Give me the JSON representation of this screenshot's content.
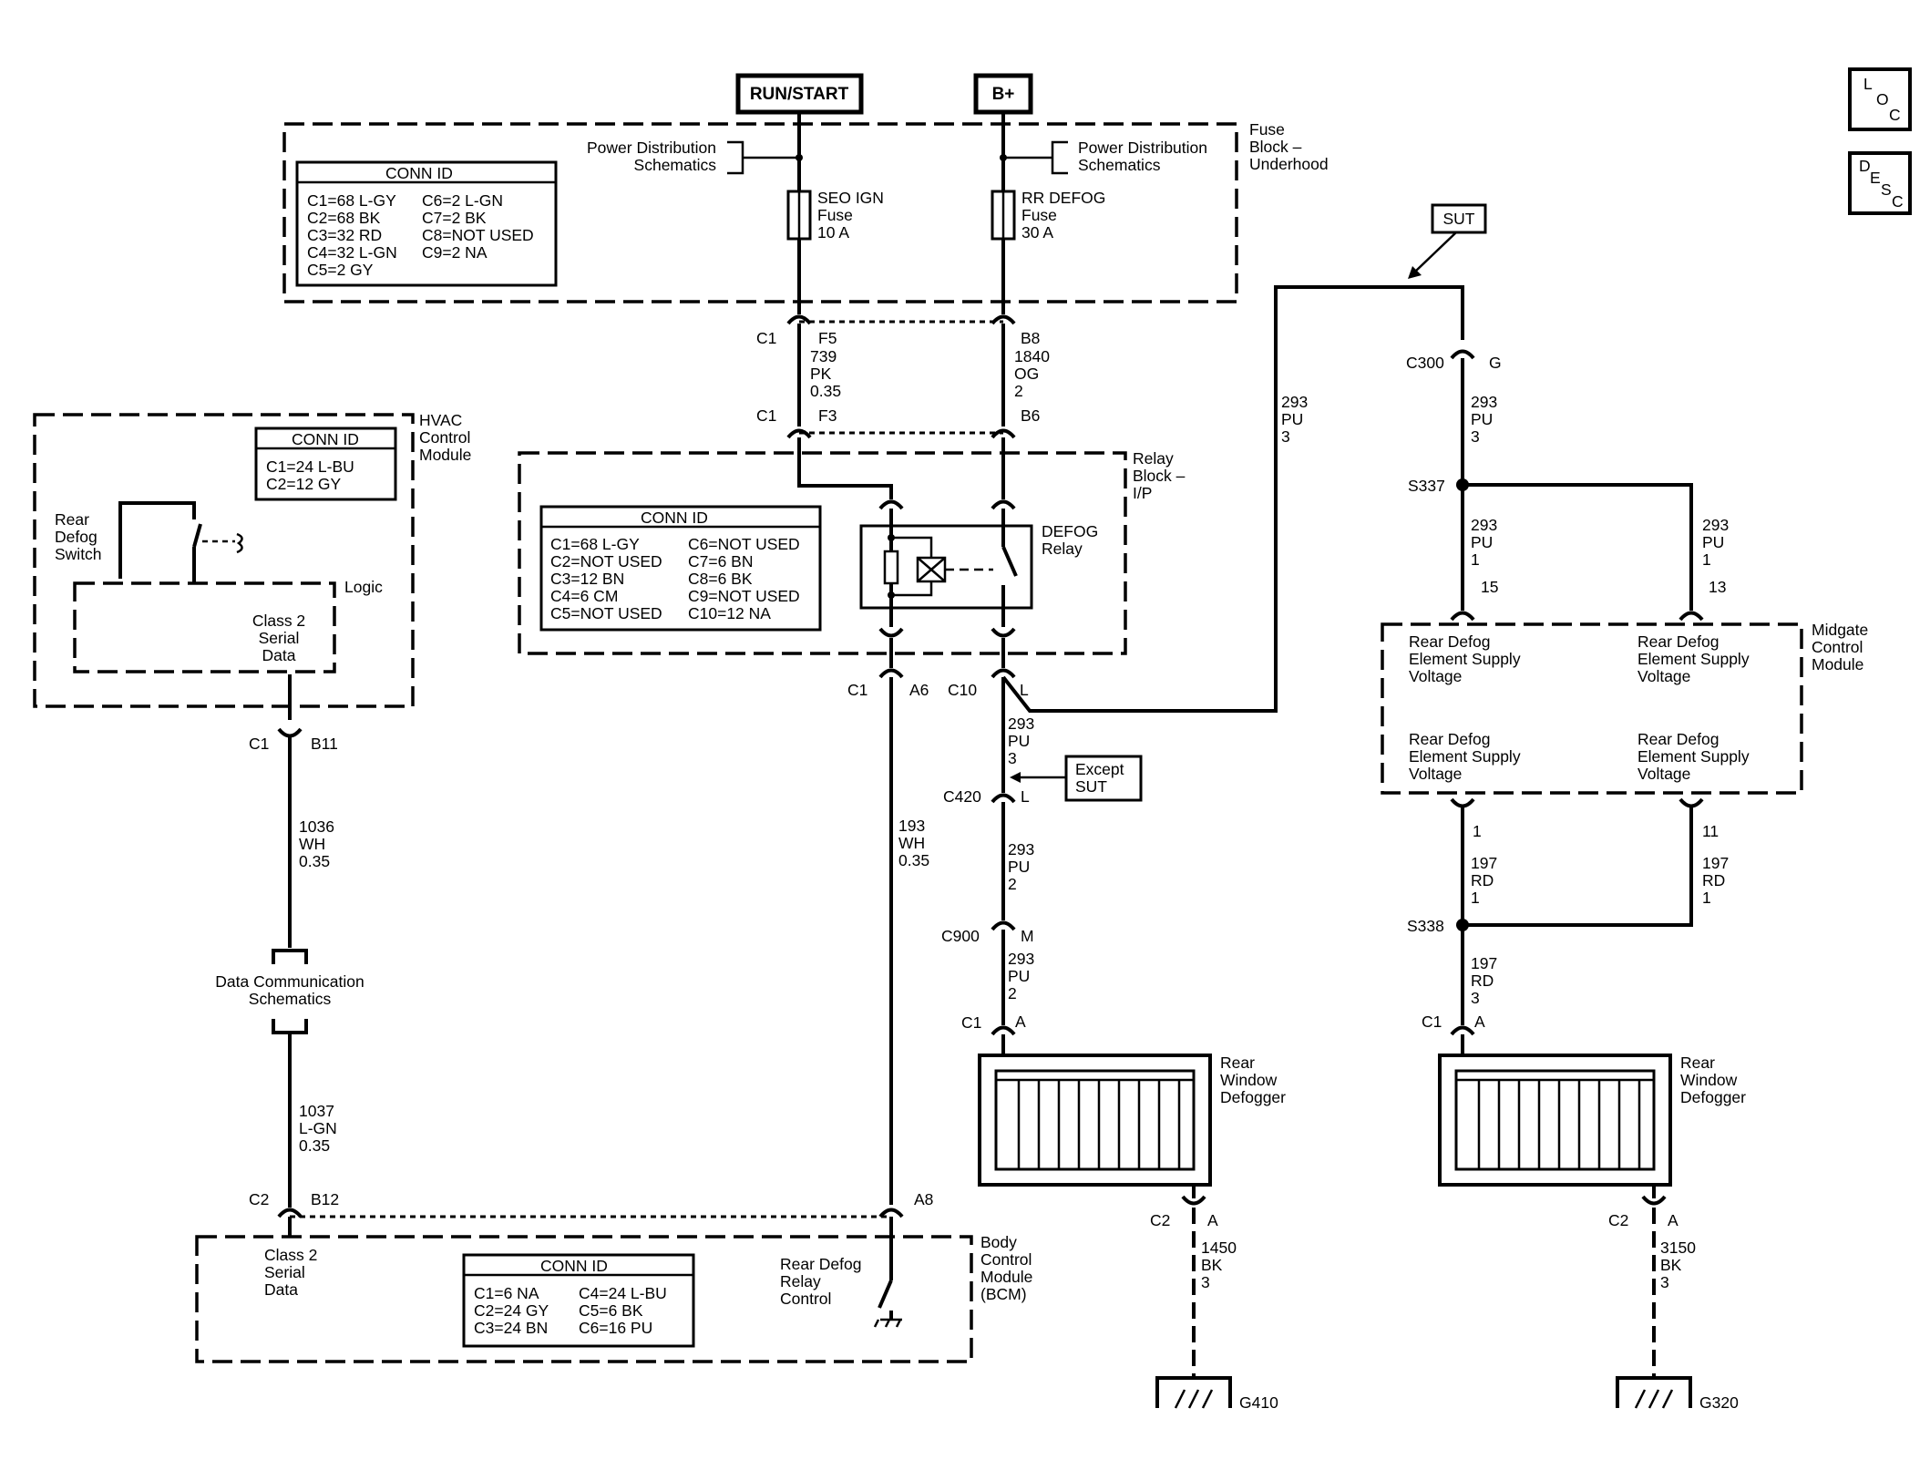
{
  "sources": {
    "run_start": "RUN/START",
    "b_plus": "B+"
  },
  "loc_desc": {
    "loc": [
      "L",
      "O",
      "C"
    ],
    "desc": [
      "D",
      "E",
      "S",
      "C"
    ]
  },
  "fuse_block": {
    "title": [
      "Fuse",
      "Block –",
      "Underhood"
    ],
    "power_left": [
      "Power Distribution",
      "Schematics"
    ],
    "power_right": [
      "Power Distribution",
      "Schematics"
    ],
    "fuse1": [
      "SEO IGN",
      "Fuse",
      "10 A"
    ],
    "fuse2": [
      "RR DEFOG",
      "Fuse",
      "30 A"
    ],
    "conn_title": "CONN ID",
    "conn_col1": [
      "C1=68 L-GY",
      "C2=68 BK",
      "C3=32 RD",
      "C4=32 L-GN",
      "C5=2 GY"
    ],
    "conn_col2": [
      "C6=2 L-GN",
      "C7=2 BK",
      "C8=NOT USED",
      "C9=2 NA"
    ]
  },
  "harness_upper": {
    "c1_top": "C1",
    "f5": "F5",
    "b8": "B8",
    "wire_pk": [
      "739",
      "PK",
      "0.35"
    ],
    "wire_og": [
      "1840",
      "OG",
      "2"
    ],
    "c1_bottom": "C1",
    "f3": "F3",
    "b6": "B6"
  },
  "relay_block": {
    "title": [
      "Relay",
      "Block –",
      "I/P"
    ],
    "relay_label": [
      "DEFOG",
      "Relay"
    ],
    "conn_title": "CONN ID",
    "conn_col1": [
      "C1=68 L-GY",
      "C2=NOT USED",
      "C3=12 BN",
      "C4=6 CM",
      "C5=NOT USED"
    ],
    "conn_col2": [
      "C6=NOT USED",
      "C7=6 BN",
      "C8=6 BK",
      "C9=NOT USED",
      "C10=12 NA"
    ]
  },
  "hvac": {
    "title": [
      "HVAC",
      "Control",
      "Module"
    ],
    "conn_title": "CONN ID",
    "conn": [
      "C1=24 L-BU",
      "C2=12 GY"
    ],
    "switch": [
      "Rear",
      "Defog",
      "Switch"
    ],
    "logic": "Logic",
    "serial": [
      "Class 2",
      "Serial",
      "Data"
    ],
    "c1": "C1",
    "b11": "B11",
    "wire1": [
      "1036",
      "WH",
      "0.35"
    ],
    "data_comm": [
      "Data Communication",
      "Schematics"
    ],
    "wire2": [
      "1037",
      "L-GN",
      "0.35"
    ],
    "c2": "C2",
    "b12": "B12"
  },
  "bcm": {
    "title": [
      "Body",
      "Control",
      "Module",
      "(BCM)"
    ],
    "serial": [
      "Class 2",
      "Serial",
      "Data"
    ],
    "relay_ctrl": [
      "Rear Defog",
      "Relay",
      "Control"
    ],
    "conn_title": "CONN ID",
    "conn_col1": [
      "C1=6 NA",
      "C2=24 GY",
      "C3=24 BN"
    ],
    "conn_col2": [
      "C4=24 L-BU",
      "C5=6 BK",
      "C6=16 PU"
    ],
    "a8": "A8"
  },
  "middle": {
    "c1": "C1",
    "a6": "A6",
    "c10": "C10",
    "l": "L",
    "wire_wh": [
      "193",
      "WH",
      "0.35"
    ],
    "wire_pu3": [
      "293",
      "PU",
      "3"
    ],
    "except_sut": [
      "Except",
      "SUT"
    ],
    "c420": "C420",
    "l2": "L",
    "wire_pu2a": [
      "293",
      "PU",
      "2"
    ],
    "c900": "C900",
    "m": "M",
    "wire_pu2b": [
      "293",
      "PU",
      "2"
    ],
    "c1a": "C1",
    "a": "A",
    "defogger": [
      "Rear",
      "Window",
      "Defogger"
    ],
    "c2": "C2",
    "a2": "A",
    "wire_bk": [
      "1450",
      "BK",
      "3"
    ],
    "ground": "G410"
  },
  "sut_side": {
    "sut": "SUT",
    "wire_long": [
      "293",
      "PU",
      "3"
    ],
    "c300": "C300",
    "g": "G",
    "wire_pu3": [
      "293",
      "PU",
      "3"
    ],
    "s337": "S337",
    "wire_left": [
      "293",
      "PU",
      "1"
    ],
    "pin15": "15",
    "wire_right": [
      "293",
      "PU",
      "1"
    ],
    "pin13": "13",
    "midgate": [
      "Midgate",
      "Control",
      "Module"
    ],
    "supply1": [
      "Rear Defog",
      "Element Supply",
      "Voltage"
    ],
    "supply2": [
      "Rear Defog",
      "Element Supply",
      "Voltage"
    ],
    "supply3": [
      "Rear Defog",
      "Element Supply",
      "Voltage"
    ],
    "supply4": [
      "Rear Defog",
      "Element Supply",
      "Voltage"
    ],
    "pin1": "1",
    "pin11": "11",
    "wire_rd_l": [
      "197",
      "RD",
      "1"
    ],
    "wire_rd_r": [
      "197",
      "RD",
      "1"
    ],
    "s338": "S338",
    "wire_rd3": [
      "197",
      "RD",
      "3"
    ],
    "c1": "C1",
    "a": "A",
    "defogger": [
      "Rear",
      "Window",
      "Defogger"
    ],
    "c2": "C2",
    "a2": "A",
    "wire_bk": [
      "3150",
      "BK",
      "3"
    ],
    "ground": "G320"
  }
}
